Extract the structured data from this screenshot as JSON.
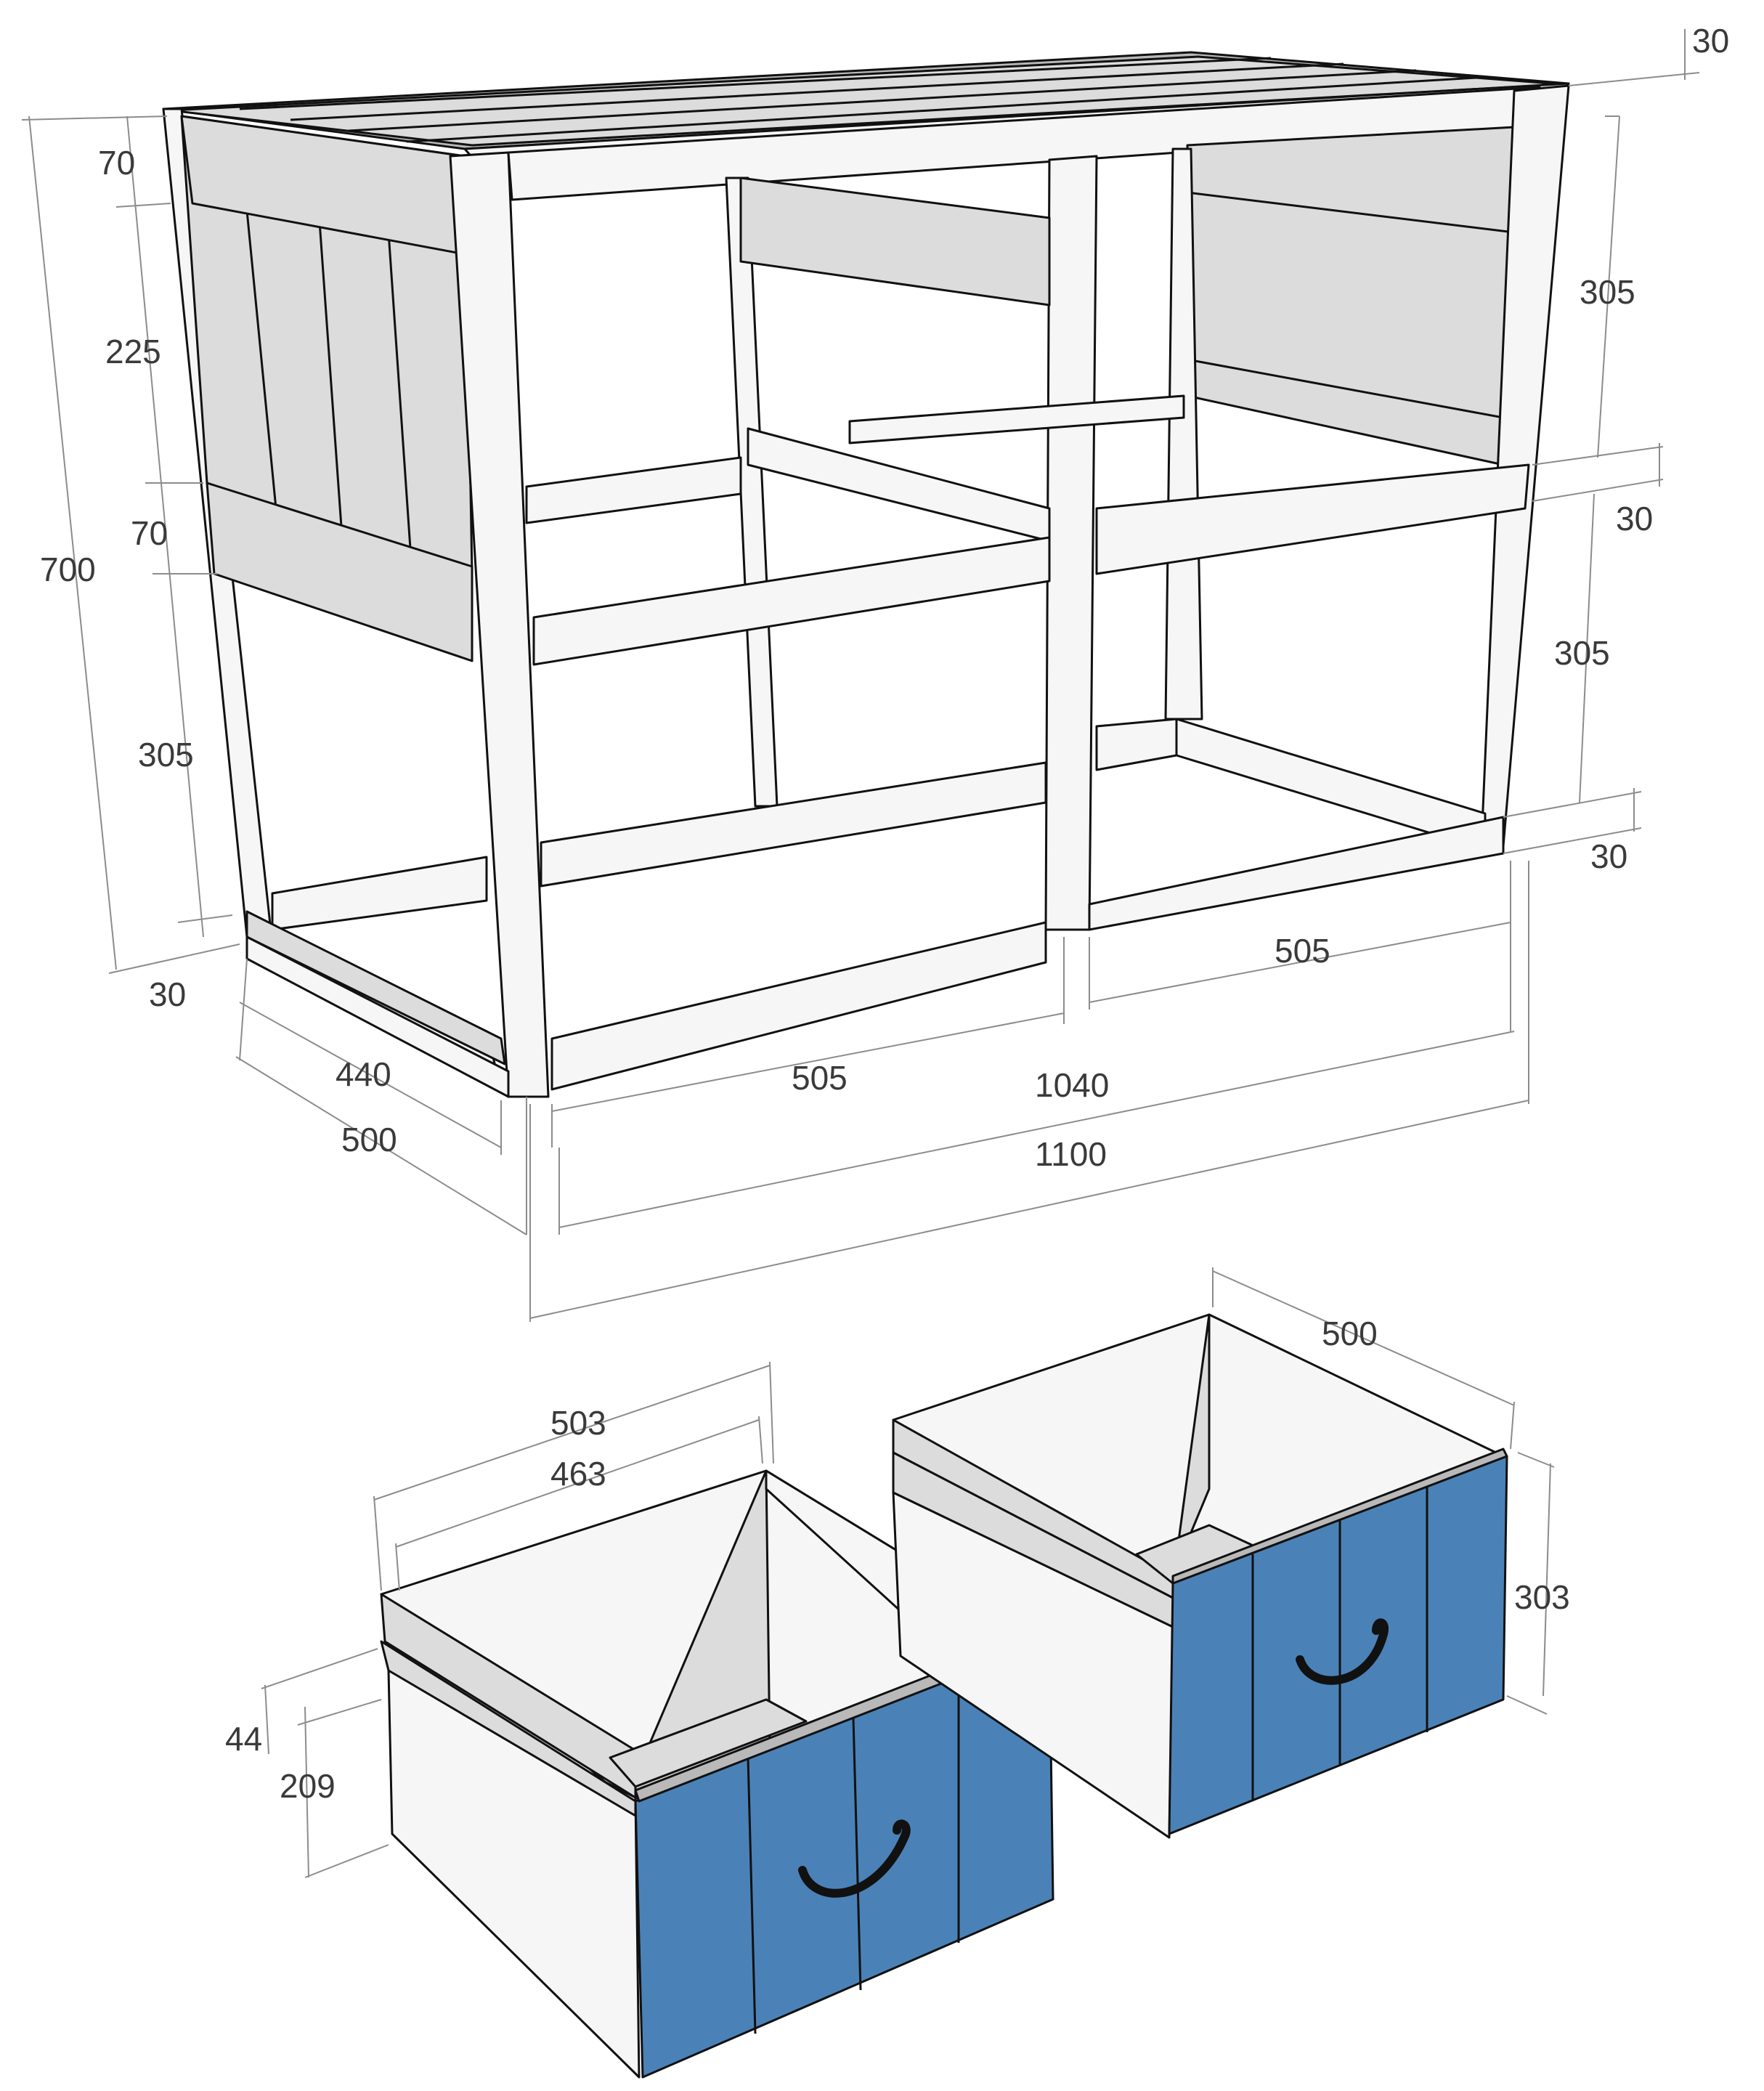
{
  "colors": {
    "frame": "#f6f6f6",
    "panel": "#dcdcdc",
    "shade": "#b9b9b9",
    "drawer_front": "#4a82b8",
    "outline": "#111111",
    "dimension": "#8c8c8c"
  },
  "cabinet": {
    "dimensions": {
      "top_thickness": "30",
      "left_height_total": "700",
      "left_top_rail": "70",
      "left_panel": "225",
      "left_mid_rail": "70",
      "left_lower_open": "305",
      "left_bottom_rail": "30",
      "right_upper_open": "305",
      "right_mid_rail": "30",
      "right_lower_open": "305",
      "right_bottom_rail": "30",
      "depth_inner": "440",
      "depth_outer": "500",
      "bay_left": "505",
      "bay_right": "505",
      "width_inner": "1040",
      "width_outer": "1100"
    }
  },
  "drawer_left": {
    "dimensions": {
      "width_outer": "503",
      "width_inner": "463",
      "runner": "44",
      "side_height": "209"
    }
  },
  "drawer_right": {
    "dimensions": {
      "depth": "500",
      "front_height": "303"
    }
  }
}
